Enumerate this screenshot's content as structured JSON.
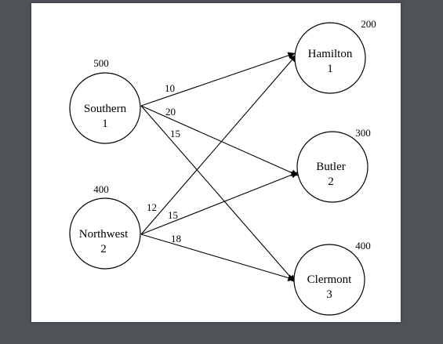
{
  "diagram": {
    "sources": [
      {
        "id": "southern",
        "name": "Southern",
        "index": "1",
        "supply": "500"
      },
      {
        "id": "northwest",
        "name": "Northwest",
        "index": "2",
        "supply": "400"
      }
    ],
    "destinations": [
      {
        "id": "hamilton",
        "name": "Hamilton",
        "index": "1",
        "demand": "200"
      },
      {
        "id": "butler",
        "name": "Butler",
        "index": "2",
        "demand": "300"
      },
      {
        "id": "clermont",
        "name": "Clermont",
        "index": "3",
        "demand": "400"
      }
    ],
    "arcs": [
      {
        "from": "southern",
        "to": "hamilton",
        "cost": "10"
      },
      {
        "from": "southern",
        "to": "butler",
        "cost": "20"
      },
      {
        "from": "southern",
        "to": "clermont",
        "cost": "15"
      },
      {
        "from": "northwest",
        "to": "hamilton",
        "cost": "12"
      },
      {
        "from": "northwest",
        "to": "butler",
        "cost": "15"
      },
      {
        "from": "northwest",
        "to": "clermont",
        "cost": "18"
      }
    ]
  }
}
